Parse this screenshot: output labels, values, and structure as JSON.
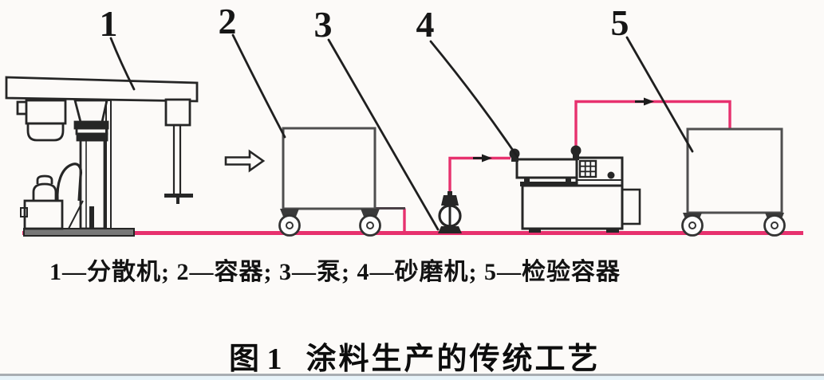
{
  "figure": {
    "callouts": [
      {
        "num": "1",
        "name": "分散机"
      },
      {
        "num": "2",
        "name": "容器"
      },
      {
        "num": "3",
        "name": "泵"
      },
      {
        "num": "4",
        "name": "砂磨机"
      },
      {
        "num": "5",
        "name": "检验容器"
      }
    ],
    "legend_text": "1—分散机; 2—容器; 3—泵; 4—砂磨机; 5—检验容器",
    "caption": {
      "prefix": "图 1",
      "title": "涂料生产的传统工艺"
    },
    "colors": {
      "pipe_pink": "#e7316e",
      "ink": "#262626",
      "divider_gray": "#a9aeb2"
    }
  }
}
